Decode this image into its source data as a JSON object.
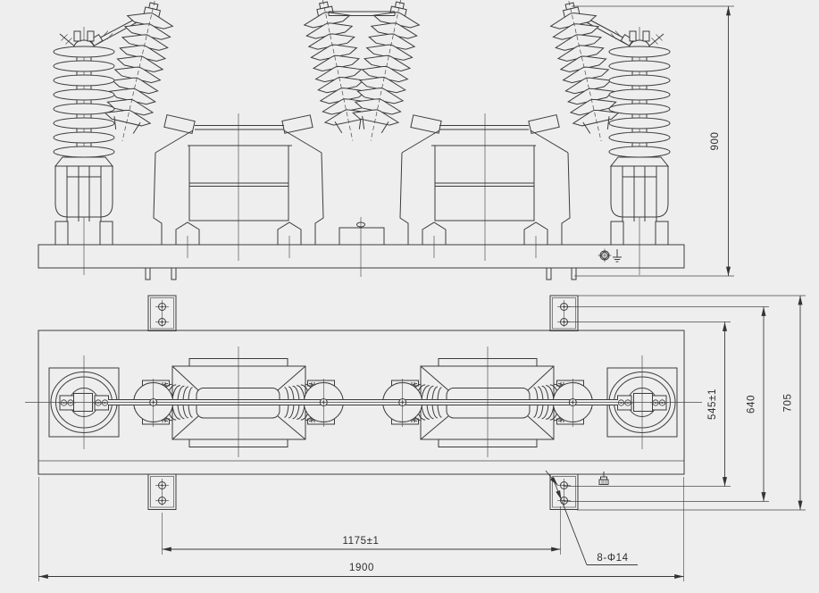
{
  "drawing": {
    "type": "engineering-dimension-drawing",
    "subject": "outdoor combined instrument transformer — front elevation and plan (mounting) view",
    "front_view": {
      "overall_height": "900"
    },
    "plan_view": {
      "hole_row_spacing": "545±1",
      "bolt_row_span": "640",
      "bracket_overall_depth": "705",
      "hole_pitch_length": "1175±1",
      "base_overall_length": "1900",
      "mounting_holes_note": "8-Φ14"
    },
    "colors": {
      "background": "#eeeeee",
      "line": "#3c3c3c"
    }
  }
}
